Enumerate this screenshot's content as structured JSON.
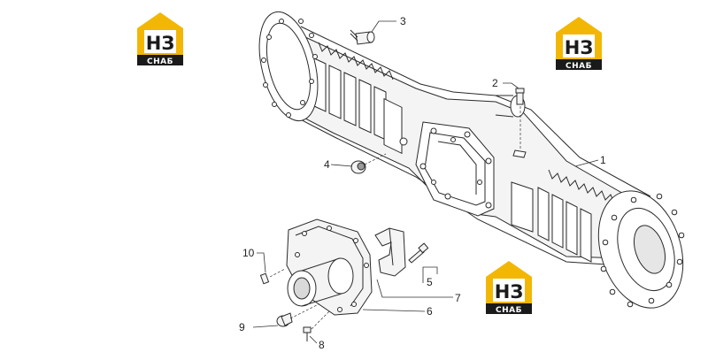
{
  "diagram": {
    "logos": [
      {
        "letters": "НЗ",
        "text": "СНАБ"
      },
      {
        "letters": "НЗ",
        "text": "СНАБ"
      },
      {
        "letters": "НЗ",
        "text": "СНАБ"
      }
    ],
    "callouts": [
      "1",
      "2",
      "3",
      "4",
      "5",
      "6",
      "7",
      "8",
      "9",
      "10"
    ],
    "colors": {
      "logo_yellow": "#f2b705",
      "logo_dark": "#1a1a1a",
      "line": "#2a2a2a"
    }
  }
}
